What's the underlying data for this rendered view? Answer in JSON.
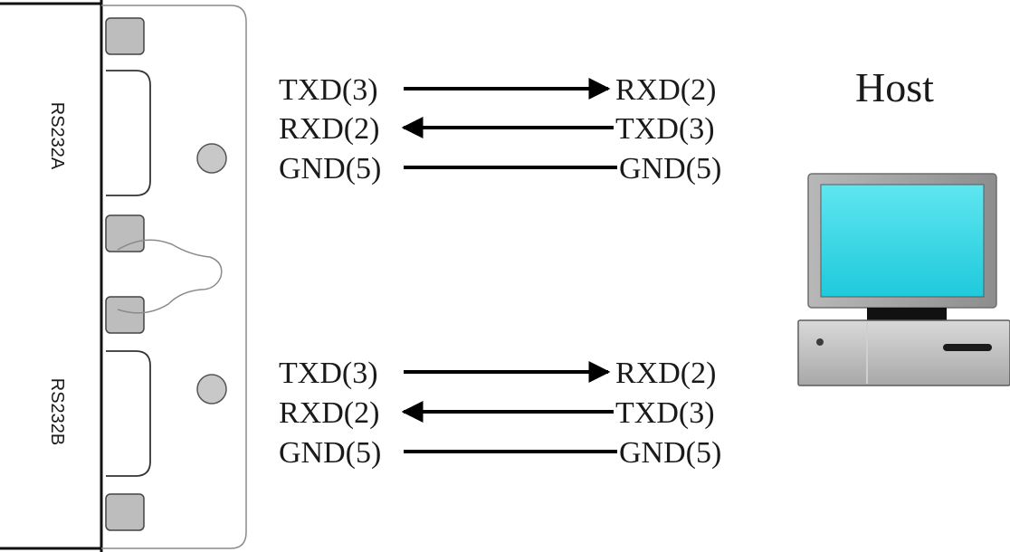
{
  "device": {
    "ports": [
      {
        "label": "RS232A"
      },
      {
        "label": "RS232B"
      }
    ]
  },
  "host": {
    "label": "Host"
  },
  "connections": [
    {
      "wires": [
        {
          "left": "TXD(3)",
          "right": "RXD(2)",
          "direction": "to-host"
        },
        {
          "left": "RXD(2)",
          "right": "TXD(3)",
          "direction": "to-device"
        },
        {
          "left": "GND(5)",
          "right": "GND(5)",
          "direction": "none"
        }
      ]
    },
    {
      "wires": [
        {
          "left": "TXD(3)",
          "right": "RXD(2)",
          "direction": "to-host"
        },
        {
          "left": "RXD(2)",
          "right": "TXD(3)",
          "direction": "to-device"
        },
        {
          "left": "GND(5)",
          "right": "GND(5)",
          "direction": "none"
        }
      ]
    }
  ],
  "colors": {
    "panel_stroke": "#8a8a8a",
    "tab_fill": "#bdbdbd",
    "led_fill": "#c8c8c8",
    "screen_fill": "#29d7e6",
    "monitor_frame": "#a9a9a9",
    "wire": "#000000"
  }
}
